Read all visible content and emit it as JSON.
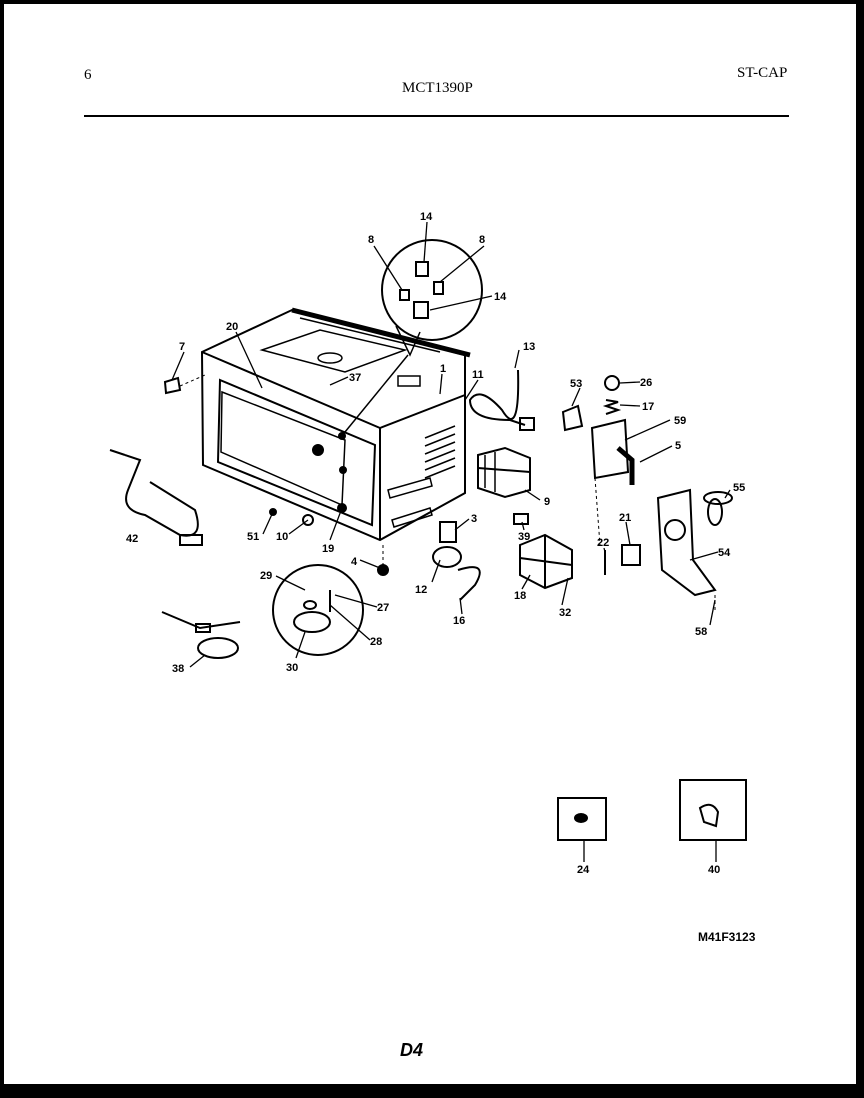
{
  "header": {
    "page_number": "6",
    "model": "MCT1390P",
    "section": "ST-CAP"
  },
  "drawing_ref": "M41F3123",
  "page_footer": "D4",
  "callouts": [
    {
      "id": "c14a",
      "text": "14"
    },
    {
      "id": "c8a",
      "text": "8"
    },
    {
      "id": "c8b",
      "text": "8"
    },
    {
      "id": "c14b",
      "text": "14"
    },
    {
      "id": "c7",
      "text": "7"
    },
    {
      "id": "c20",
      "text": "20"
    },
    {
      "id": "c37",
      "text": "37"
    },
    {
      "id": "c1",
      "text": "1"
    },
    {
      "id": "c11",
      "text": "11"
    },
    {
      "id": "c13",
      "text": "13"
    },
    {
      "id": "c53",
      "text": "53"
    },
    {
      "id": "c26",
      "text": "26"
    },
    {
      "id": "c17",
      "text": "17"
    },
    {
      "id": "c59",
      "text": "59"
    },
    {
      "id": "c5",
      "text": "5"
    },
    {
      "id": "c9",
      "text": "9"
    },
    {
      "id": "c55",
      "text": "55"
    },
    {
      "id": "c42",
      "text": "42"
    },
    {
      "id": "c51",
      "text": "51"
    },
    {
      "id": "c10",
      "text": "10"
    },
    {
      "id": "c19",
      "text": "19"
    },
    {
      "id": "c3",
      "text": "3"
    },
    {
      "id": "c39",
      "text": "39"
    },
    {
      "id": "c21",
      "text": "21"
    },
    {
      "id": "c22",
      "text": "22"
    },
    {
      "id": "c54",
      "text": "54"
    },
    {
      "id": "c4",
      "text": "4"
    },
    {
      "id": "c12",
      "text": "12"
    },
    {
      "id": "c18",
      "text": "18"
    },
    {
      "id": "c32",
      "text": "32"
    },
    {
      "id": "c29",
      "text": "29"
    },
    {
      "id": "c27",
      "text": "27"
    },
    {
      "id": "c28",
      "text": "28"
    },
    {
      "id": "c16",
      "text": "16"
    },
    {
      "id": "c58",
      "text": "58"
    },
    {
      "id": "c38",
      "text": "38"
    },
    {
      "id": "c30",
      "text": "30"
    },
    {
      "id": "c24",
      "text": "24"
    },
    {
      "id": "c40",
      "text": "40"
    }
  ]
}
